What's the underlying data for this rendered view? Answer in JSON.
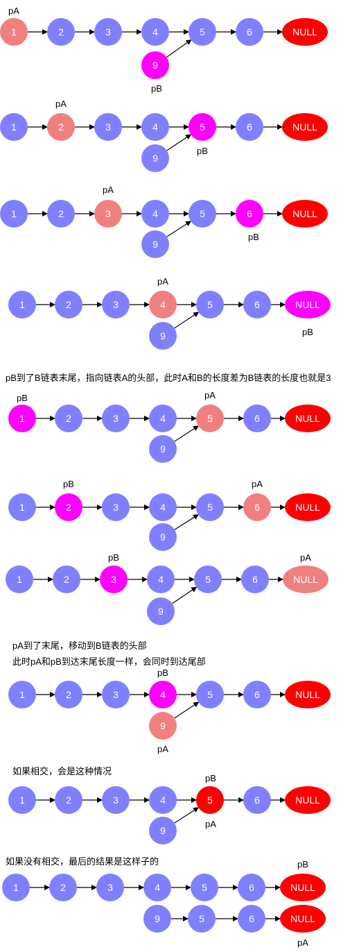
{
  "colors": {
    "node": "#8080ff",
    "pa_highlight": "#f08080",
    "pb_highlight": "#ff00ff",
    "null": "#ff0000",
    "node_text": "#ffffff",
    "edge": "#000000"
  },
  "captions": {
    "c1": "pB到了B链表末尾，指向链表A的头部，此时A和B的长度差为B链表的长度也就是3",
    "c2": "pA到了末尾，移动到B链表的头部",
    "c3": "此时pA和pB到达末尾长度一样，会同时到达尾部",
    "c4": "如果相交，会是这种情况",
    "c5": "如果没有相交，最后的结果是这样子的"
  },
  "panels": [
    {
      "id": "step1",
      "nodes": [
        {
          "label": "1",
          "fill": "pa_highlight"
        },
        {
          "label": "2",
          "fill": "node"
        },
        {
          "label": "3",
          "fill": "node"
        },
        {
          "label": "4",
          "fill": "node"
        },
        {
          "label": "5",
          "fill": "node"
        },
        {
          "label": "6",
          "fill": "node"
        },
        {
          "label": "NULL",
          "fill": "null"
        },
        {
          "label": "9",
          "fill": "pb_highlight"
        }
      ],
      "pointers": [
        {
          "label": "pA"
        },
        {
          "label": "pB"
        }
      ]
    },
    {
      "id": "step2",
      "nodes": [
        {
          "label": "1",
          "fill": "node"
        },
        {
          "label": "2",
          "fill": "pa_highlight"
        },
        {
          "label": "3",
          "fill": "node"
        },
        {
          "label": "4",
          "fill": "node"
        },
        {
          "label": "5",
          "fill": "pb_highlight"
        },
        {
          "label": "6",
          "fill": "node"
        },
        {
          "label": "NULL",
          "fill": "null"
        },
        {
          "label": "9",
          "fill": "node"
        }
      ],
      "pointers": [
        {
          "label": "pA"
        },
        {
          "label": "pB"
        }
      ]
    },
    {
      "id": "step3",
      "nodes": [
        {
          "label": "1",
          "fill": "node"
        },
        {
          "label": "2",
          "fill": "node"
        },
        {
          "label": "3",
          "fill": "pa_highlight"
        },
        {
          "label": "4",
          "fill": "node"
        },
        {
          "label": "5",
          "fill": "node"
        },
        {
          "label": "6",
          "fill": "pb_highlight"
        },
        {
          "label": "NULL",
          "fill": "null"
        },
        {
          "label": "9",
          "fill": "node"
        }
      ],
      "pointers": [
        {
          "label": "pA"
        },
        {
          "label": "pB"
        }
      ]
    },
    {
      "id": "step4",
      "nodes": [
        {
          "label": "1",
          "fill": "node"
        },
        {
          "label": "2",
          "fill": "node"
        },
        {
          "label": "3",
          "fill": "node"
        },
        {
          "label": "4",
          "fill": "pa_highlight"
        },
        {
          "label": "5",
          "fill": "node"
        },
        {
          "label": "6",
          "fill": "node"
        },
        {
          "label": "NULL",
          "fill": "pb_highlight"
        },
        {
          "label": "9",
          "fill": "node"
        }
      ],
      "pointers": [
        {
          "label": "pA"
        },
        {
          "label": "pB"
        }
      ]
    },
    {
      "id": "step5",
      "nodes": [
        {
          "label": "1",
          "fill": "pb_highlight"
        },
        {
          "label": "2",
          "fill": "node"
        },
        {
          "label": "3",
          "fill": "node"
        },
        {
          "label": "4",
          "fill": "node"
        },
        {
          "label": "5",
          "fill": "pa_highlight"
        },
        {
          "label": "6",
          "fill": "node"
        },
        {
          "label": "NULL",
          "fill": "null"
        },
        {
          "label": "9",
          "fill": "node"
        }
      ],
      "pointers": [
        {
          "label": "pB"
        },
        {
          "label": "pA"
        }
      ]
    },
    {
      "id": "step6",
      "nodes": [
        {
          "label": "1",
          "fill": "node"
        },
        {
          "label": "2",
          "fill": "pb_highlight"
        },
        {
          "label": "3",
          "fill": "node"
        },
        {
          "label": "4",
          "fill": "node"
        },
        {
          "label": "5",
          "fill": "node"
        },
        {
          "label": "6",
          "fill": "pa_highlight"
        },
        {
          "label": "NULL",
          "fill": "null"
        },
        {
          "label": "9",
          "fill": "node"
        }
      ],
      "pointers": [
        {
          "label": "pB"
        },
        {
          "label": "pA"
        }
      ]
    },
    {
      "id": "step7",
      "nodes": [
        {
          "label": "1",
          "fill": "node"
        },
        {
          "label": "2",
          "fill": "node"
        },
        {
          "label": "3",
          "fill": "pb_highlight"
        },
        {
          "label": "4",
          "fill": "node"
        },
        {
          "label": "5",
          "fill": "node"
        },
        {
          "label": "6",
          "fill": "node"
        },
        {
          "label": "NULL",
          "fill": "pa_highlight"
        },
        {
          "label": "9",
          "fill": "node"
        }
      ],
      "pointers": [
        {
          "label": "pB"
        },
        {
          "label": "pA"
        }
      ]
    },
    {
      "id": "step8",
      "nodes": [
        {
          "label": "1",
          "fill": "node"
        },
        {
          "label": "2",
          "fill": "node"
        },
        {
          "label": "3",
          "fill": "node"
        },
        {
          "label": "4",
          "fill": "pb_highlight"
        },
        {
          "label": "5",
          "fill": "node"
        },
        {
          "label": "6",
          "fill": "node"
        },
        {
          "label": "NULL",
          "fill": "null"
        },
        {
          "label": "9",
          "fill": "pa_highlight"
        }
      ],
      "pointers": [
        {
          "label": "pB"
        },
        {
          "label": "pA"
        }
      ]
    },
    {
      "id": "step9",
      "nodes": [
        {
          "label": "1",
          "fill": "node"
        },
        {
          "label": "2",
          "fill": "node"
        },
        {
          "label": "3",
          "fill": "node"
        },
        {
          "label": "4",
          "fill": "node"
        },
        {
          "label": "5",
          "fill": "null"
        },
        {
          "label": "6",
          "fill": "node"
        },
        {
          "label": "NULL",
          "fill": "null"
        },
        {
          "label": "9",
          "fill": "node"
        }
      ],
      "pointers": [
        {
          "label": "pB"
        },
        {
          "label": "pA"
        }
      ]
    },
    {
      "id": "step10",
      "nodes": [
        {
          "label": "1",
          "fill": "node"
        },
        {
          "label": "2",
          "fill": "node"
        },
        {
          "label": "3",
          "fill": "node"
        },
        {
          "label": "4",
          "fill": "node"
        },
        {
          "label": "5",
          "fill": "node"
        },
        {
          "label": "6",
          "fill": "node"
        },
        {
          "label": "NULL",
          "fill": "null"
        },
        {
          "label": "9",
          "fill": "node"
        },
        {
          "label": "5",
          "fill": "node"
        },
        {
          "label": "6",
          "fill": "node"
        },
        {
          "label": "NULL",
          "fill": "null"
        }
      ],
      "pointers": [
        {
          "label": "pB"
        },
        {
          "label": "pA"
        }
      ]
    }
  ]
}
